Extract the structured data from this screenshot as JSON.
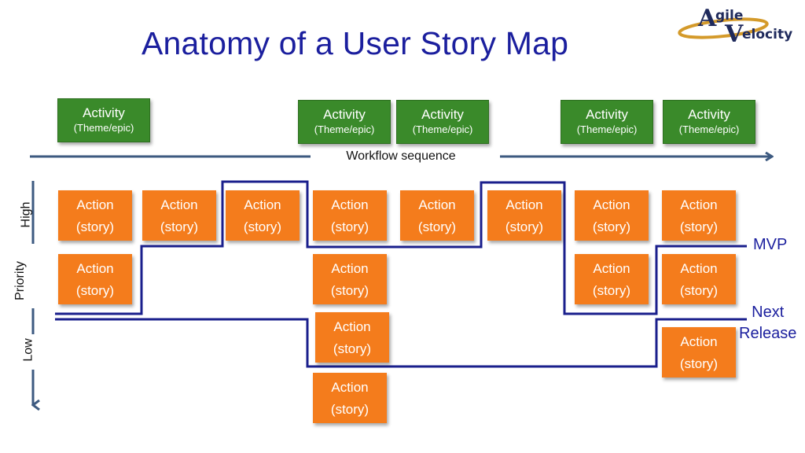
{
  "title": "Anatomy of a User Story Map",
  "logo": {
    "text": "Agile Velocity",
    "colors": {
      "ring": "#d49a2a",
      "text": "#1f2a5c"
    }
  },
  "activity_card": {
    "title": "Activity",
    "subtitle": "(Theme/epic)"
  },
  "action_card": {
    "line1": "Action",
    "line2": "(story)"
  },
  "workflow_label": "Workflow sequence",
  "priority": {
    "label": "Priority",
    "high": "High",
    "low": "Low"
  },
  "release_labels": {
    "mvp": "MVP",
    "next_release": "Next\nRelease"
  },
  "colors": {
    "activity": "#3a8a2a",
    "action": "#f47c1c",
    "lines": "#1a1f8c",
    "arrows": "#3d5a80",
    "title": "#1b1f9e"
  }
}
